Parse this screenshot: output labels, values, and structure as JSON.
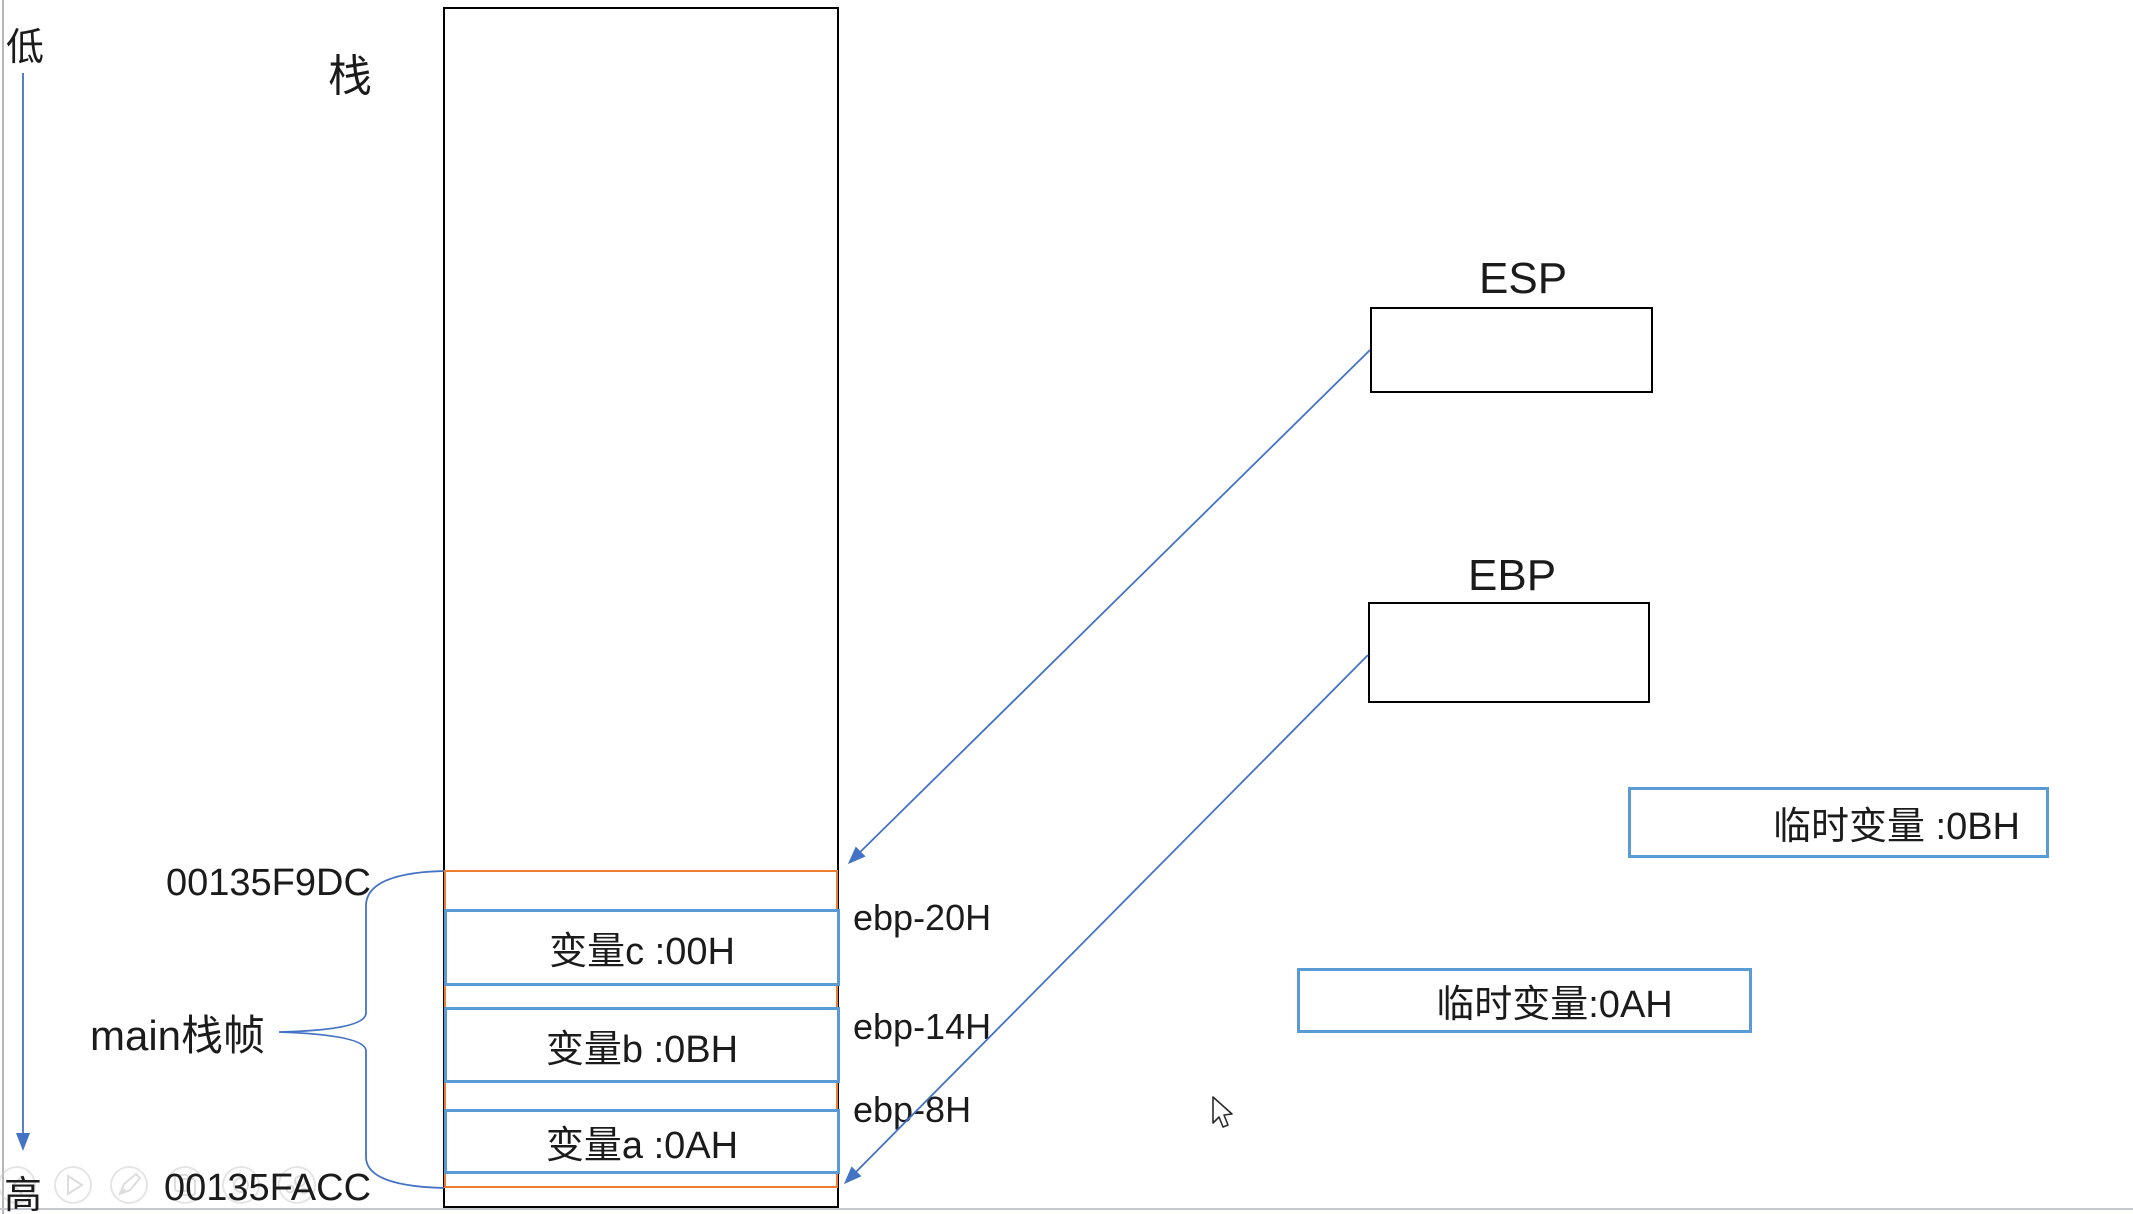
{
  "palette": {
    "arrow_blue": "#4472C4",
    "box_blue": "#5B9BD5",
    "frame_orange": "#ED7D31",
    "text_black": "#1b1b1b"
  },
  "axis": {
    "low": "低",
    "high": "高"
  },
  "stack": {
    "title": "栈",
    "frame_label": "main栈帧",
    "addr_top": "00135F9DC",
    "addr_bottom": "00135FACC",
    "vars": [
      {
        "label": "变量c :00H",
        "offset": "ebp-20H"
      },
      {
        "label": "变量b :0BH",
        "offset": "ebp-14H"
      },
      {
        "label": "变量a :0AH",
        "offset": "ebp-8H"
      }
    ]
  },
  "registers": {
    "esp": "ESP",
    "ebp": "EBP"
  },
  "temp_vars": [
    {
      "label": "临时变量 :0BH"
    },
    {
      "label": "临时变量:0AH"
    }
  ],
  "toolbar": {
    "icons": [
      "chevron-left-icon",
      "play-icon",
      "pen-icon",
      "pages-icon",
      "ring-icon",
      "more-dots-icon"
    ]
  }
}
